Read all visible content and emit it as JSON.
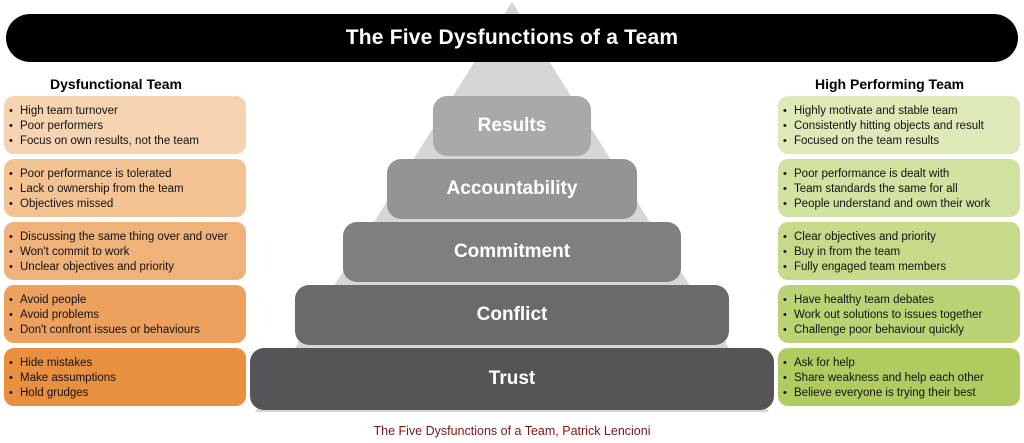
{
  "title": "The Five Dysfunctions of a Team",
  "left_heading": "Dysfunctional Team",
  "right_heading": "High Performing Team",
  "tiers": [
    {
      "label": "Results",
      "color": "#a9a9ab"
    },
    {
      "label": "Accountability",
      "color": "#949496"
    },
    {
      "label": "Commitment",
      "color": "#7f7f81"
    },
    {
      "label": "Conflict",
      "color": "#6a6a6c"
    },
    {
      "label": "Trust",
      "color": "#555557"
    }
  ],
  "left_boxes": [
    {
      "color": "#f6d3b1",
      "items": [
        "High team turnover",
        "Poor performers",
        "Focus on own results, not the team"
      ]
    },
    {
      "color": "#f3c394",
      "items": [
        "Poor performance is tolerated",
        "Lack o ownership from the team",
        "Objectives missed"
      ]
    },
    {
      "color": "#efb27a",
      "items": [
        "Discussing the same thing over and over",
        "Won't commit to work",
        "Unclear objectives and priority"
      ]
    },
    {
      "color": "#eca15f",
      "items": [
        "Avoid people",
        "Avoid problems",
        "Don't confront issues or behaviours"
      ]
    },
    {
      "color": "#e8903f",
      "items": [
        "Hide mistakes",
        "Make assumptions",
        "Hold grudges"
      ]
    }
  ],
  "right_boxes": [
    {
      "color": "#dde9b7",
      "items": [
        "Highly motivate and stable team",
        "Consistently hitting objects and result",
        "Focused on the team results"
      ]
    },
    {
      "color": "#d2e2a0",
      "items": [
        "Poor performance is dealt with",
        "Team standards the same for all",
        "People understand and own their work"
      ]
    },
    {
      "color": "#c7da8a",
      "items": [
        "Clear objectives and priority",
        "Buy in from the team",
        "Fully engaged team members"
      ]
    },
    {
      "color": "#bbd375",
      "items": [
        "Have healthy team debates",
        "Work out solutions to issues together",
        "Challenge poor behaviour quickly"
      ]
    },
    {
      "color": "#b0cc60",
      "items": [
        "Ask for help",
        "Share weakness and help each other",
        "Believe everyone is trying their best"
      ]
    }
  ],
  "caption": "The Five Dysfunctions of a Team, Patrick Lencioni"
}
